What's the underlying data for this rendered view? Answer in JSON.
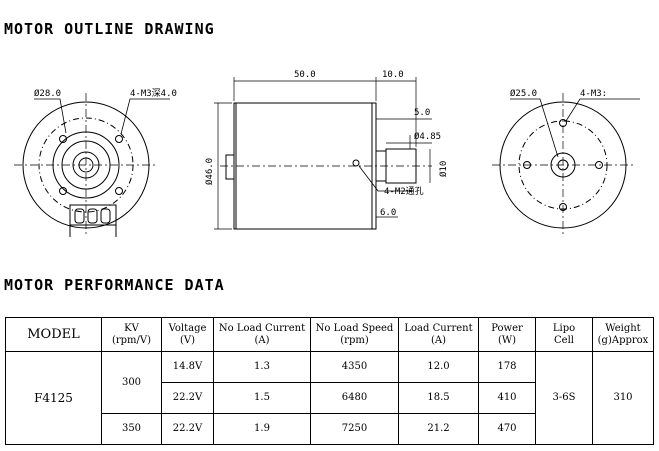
{
  "headings": {
    "outline": "MOTOR OUTLINE DRAWING",
    "performance": "MOTOR PERFORMANCE DATA"
  },
  "drawing": {
    "front": {
      "dia": "Ø28.0",
      "holes": "4-M3深4.0"
    },
    "side": {
      "length": "50.0",
      "shaft_len": "10.0",
      "dim5": "5.0",
      "dim485": "Ø4.85",
      "dim46": "Ø46.0",
      "dim10": "Ø10",
      "holes": "4-M2通孔",
      "dim6": "6.0"
    },
    "rear": {
      "dia": "Ø25.0",
      "holes": "4-M3:"
    }
  },
  "table": {
    "headers": {
      "model": "MODEL",
      "kv": [
        "KV",
        "(rpm/V)"
      ],
      "voltage": [
        "Voltage",
        "(V)"
      ],
      "no_load_current": [
        "No Load Current",
        "(A)"
      ],
      "no_load_speed": [
        "No Load Speed",
        "(rpm)"
      ],
      "load_current": [
        "Load Current",
        "(A)"
      ],
      "power": [
        "Power",
        "(W)"
      ],
      "lipo": [
        "Lipo",
        "Cell"
      ],
      "weight": [
        "Weight",
        "(g)Approx"
      ]
    },
    "model": "F4125",
    "lipo": "3-6S",
    "weight": "310",
    "kv_groups": [
      "300",
      "350"
    ],
    "rows": [
      {
        "voltage": "14.8V",
        "no_load_current": "1.3",
        "no_load_speed": "4350",
        "load_current": "12.0",
        "power": "178"
      },
      {
        "voltage": "22.2V",
        "no_load_current": "1.5",
        "no_load_speed": "6480",
        "load_current": "18.5",
        "power": "410"
      },
      {
        "voltage": "22.2V",
        "no_load_current": "1.9",
        "no_load_speed": "7250",
        "load_current": "21.2",
        "power": "470"
      }
    ]
  }
}
